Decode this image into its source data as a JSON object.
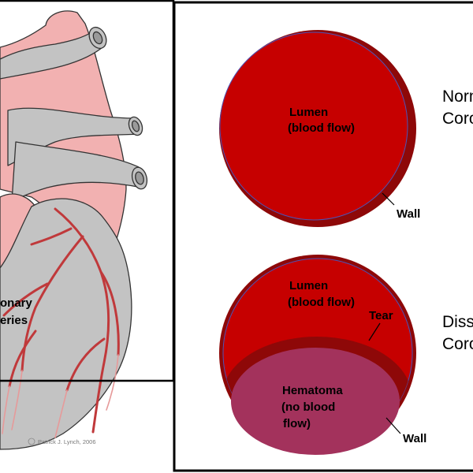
{
  "heart": {
    "coronary_label_line1": "onary",
    "coronary_label_line2": "eries",
    "credit": "Patrick J. Lynch, 2006",
    "credit_mark": "cc"
  },
  "normal": {
    "lumen_line1": "Lumen",
    "lumen_line2": "(blood flow)",
    "wall": "Wall",
    "side_line1": "Norm",
    "side_line2": "Coro"
  },
  "dissected": {
    "lumen_line1": "Lumen",
    "lumen_line2": "(blood flow)",
    "tear": "Tear",
    "hematoma_line1": "Hematoma",
    "hematoma_line2": "(no blood",
    "hematoma_line3": "flow)",
    "wall": "Wall",
    "side_line1": "Diss",
    "side_line2": "Coro"
  },
  "colors": {
    "pink": "#f2b1b1",
    "gray": "#c3c3c3",
    "artery": "#c0393b",
    "lumen": "#c60000",
    "wall": "#8e0808",
    "hematoma": "#a3325c"
  }
}
